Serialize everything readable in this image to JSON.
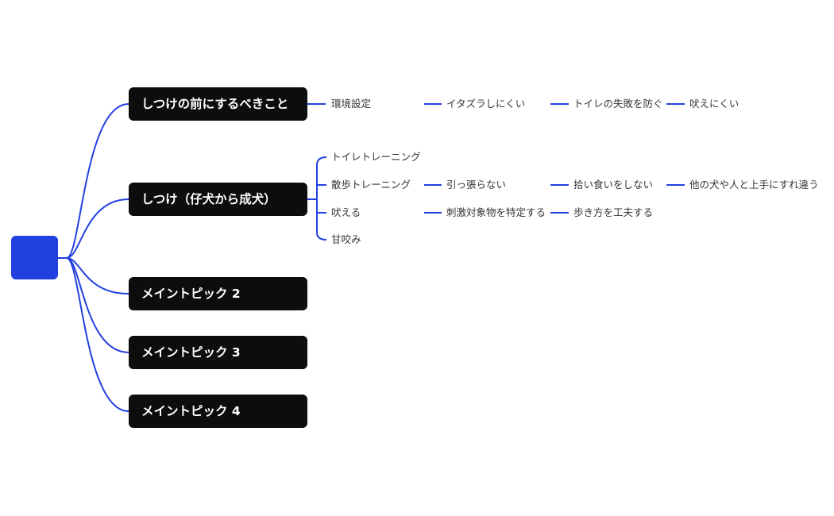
{
  "colors": {
    "accent": "#2240e0",
    "topic_background": "#0d0d0d",
    "topic_text": "#ffffff",
    "subtopic_text": "#333333"
  },
  "central_topic": {
    "label": ""
  },
  "main_topics": [
    {
      "label": "しつけの前にするべきこと",
      "children": [
        {
          "label": "環境設定",
          "chain": [
            "イタズラしにくい",
            "トイレの失敗を防ぐ",
            "吠えにくい"
          ]
        }
      ]
    },
    {
      "label": "しつけ（仔犬から成犬）",
      "children": [
        {
          "label": "トイレトレーニング",
          "chain": []
        },
        {
          "label": "散歩トレーニング",
          "chain": [
            "引っ張らない",
            "拾い食いをしない",
            "他の犬や人と上手にすれ違う"
          ]
        },
        {
          "label": "吠える",
          "chain": [
            "刺激対象物を特定する",
            "歩き方を工夫する"
          ]
        },
        {
          "label": "甘咬み",
          "chain": []
        }
      ]
    },
    {
      "label": "メイントピック 2",
      "children": []
    },
    {
      "label": "メイントピック 3",
      "children": []
    },
    {
      "label": "メイントピック 4",
      "children": []
    }
  ]
}
